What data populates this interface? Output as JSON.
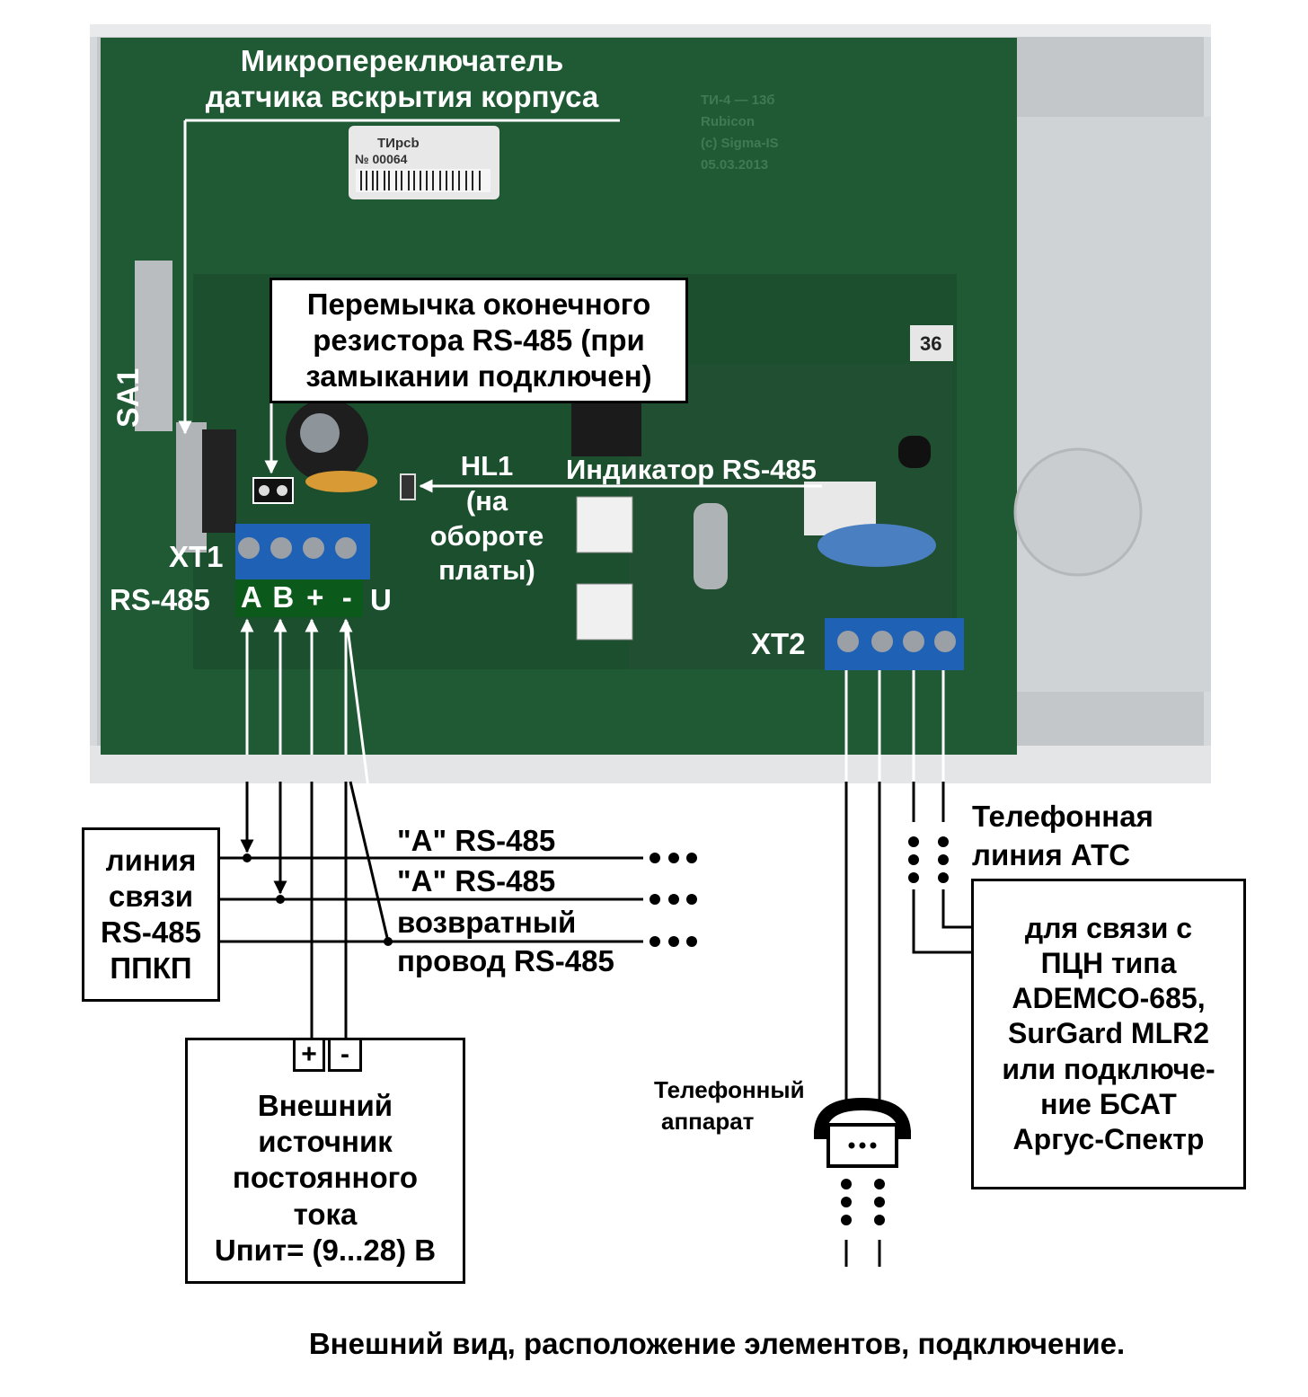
{
  "photo": {
    "pcb_batch_label": [
      "ТИрсb",
      "№ 00064"
    ],
    "silkscreen": [
      "ТИ-4 — 13б",
      "Rubicon",
      "(с) Sigma-IS",
      "05.03.2013"
    ],
    "pad_number": "36"
  },
  "labels": {
    "micro_switch": [
      "Микропереключатель",
      "датчика вскрытия корпуса"
    ],
    "sa1": "SA1",
    "jumper": [
      "Перемычка оконечного",
      "резистора RS-485 (при",
      "замыкании подключен)"
    ],
    "hl1": [
      "HL1",
      "(на",
      "обороте",
      "платы)"
    ],
    "indicator": "Индикатор RS-485",
    "xt1": "XT1",
    "rs485_xt1": "RS-485",
    "terminals": [
      "A",
      "B",
      "+",
      "-"
    ],
    "u": "U",
    "xt2": "XT2"
  },
  "bus": {
    "line1": "\"A\" RS-485",
    "line2": "\"A\" RS-485",
    "line3": [
      "возвратный",
      "провод RS-485"
    ]
  },
  "boxes": {
    "rs485_line": [
      "линия",
      "связи",
      "RS-485",
      "ППКП"
    ],
    "power": {
      "plus": "+",
      "minus": "-",
      "lines": [
        "Внешний",
        "источник",
        "постоянного",
        "тока",
        "Uпит= (9...28) В"
      ]
    },
    "pcn": [
      "для связи с",
      "ПЦН типа",
      "ADEMCO-685,",
      "SurGard MLR2",
      "или подключе-",
      "ние БСАТ",
      "Аргус-Спектр"
    ]
  },
  "phone": {
    "line_label": [
      "Телефонная",
      "линия АТС"
    ],
    "set_label": [
      "Телефонный",
      "аппарат"
    ]
  },
  "caption": "Внешний вид, расположение элементов, подключение.",
  "colors": {
    "board": "#1f5a34",
    "board_dark": "#18472a",
    "case": "#d6d9db",
    "terminal_block": "#1f62b5",
    "terminal_label_bg": "#0c5a1b",
    "wire": "#ffffff"
  }
}
